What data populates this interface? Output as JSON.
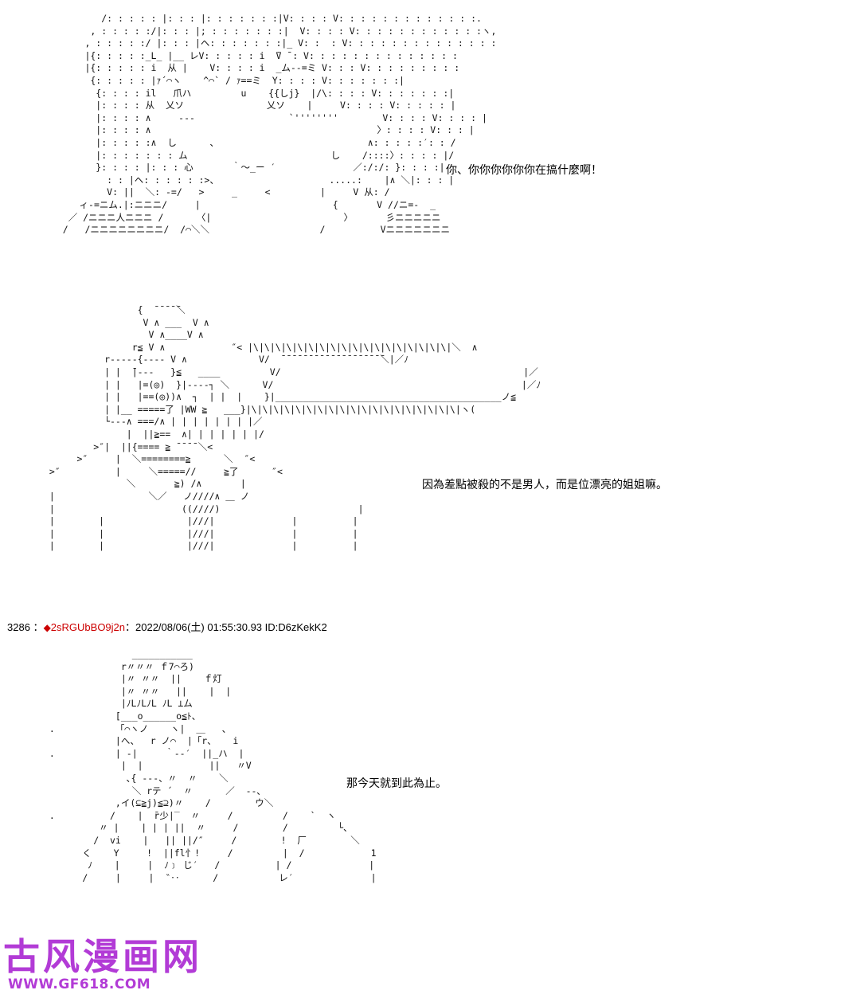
{
  "panels": [
    {
      "art": "          /: : : : : |: : : |: : : : : : :|V: : : : V: : : : : : : : : : : : :.\n        , : : : : :/|: : : |; : : : : : : :|  V: : : : V: : : : : : : : : : : :ヽ,\n       , : : : : :/ |: : : |ヘ: : : : : : :|_ V: :  : V: : : : : : : : : : : : : :\n       |{: : : : :_L_ |__ レV: : : : : i  ̄V ̄ : V: : : : : : : : : : : : : :\n       |{: : : : : i  从 |    V: : : : i  _ム--=ミ V: : : V: : : : : : : : :\n        {: : : : : |ｧ´⌒ヽ    ^⌒` / ｧ==ミ  Y: : : : V: : : : : : :|\n         {: : : : il   爪ハ         u    {{しj}  |/\\: : : : V: : : : : : :|\n         |: : : : 从  乂ソ               乂ソ    |     V: : : : V: : : : : |\n         |: : : : ∧     --‐                 `''''''''        V: : : : V: : : : |\n         |: : : : ∧                                         〉: : : : V: : : |\n         |: : : : :∧  し      、                           ∧: : : : :′: : /\n         |: : : : : : : ム                          し    /::::〉: : : : |/\n         }: : : : |: : : 心       ｀～_ー ′              ／:/:/: }: : : :|\n           : : |ヘ: : : : : :>、                    .....:    |∧ ＼|: : : |\n           V: ||  ＼: -=/   >     _     <         |     V 从: /\n      ィ-=ニム.|:ニニニ/     |                        {       V //ニ=-  _\n    ／ /ニニニ人ニニニ /      〈|                        〉      彡ニニニニニ\n   /   /ニニニニニニニニ/  /⌒＼＼                    /          Vニニニニニニニ",
      "speech": "你、你你你你你你在搞什麼啊！"
    },
    {
      "art": "                  {  ̄ ̄ ̄ ̄ ̄＼\n                   V ∧ ___  V ∧\n                    V ∧____V ∧\n                 r≦ V ∧            ″< |\\|\\|\\|\\|\\|\\|\\|\\|\\|\\|\\|\\|\\|\\|\\|\\|\\|\\|＼  ∧\n            r-----{---- V ∧             V/  ̄ ̄ ̄ ̄ ̄ ̄ ̄ ̄ ̄ ̄ ̄ ̄ ̄ ̄ ̄ ̄ ̄ ̄ ̄＼|／ﾉ\n            | |  ̄|---   }≦   ____         V/                                            |／\n            | |   |=(◎)  }|----┐ ＼      V/                                             |／ﾉ\n            | |   |==(◎))∧  ┐  | |  |    }|_________________________________________ノ≦\n            | |__ =====了 |WW ≧   ___}|\\|\\|\\|\\|\\|\\|\\|\\|\\|\\|\\|\\|\\|\\|\\|\\|\\|\\|\\|ヽ(\n            └---∧ ===/∧ | | | | | | | |／\n                |  ||≧==  ∧| | | | | | |/\n          >″|  ||{==== ≧ ̄ ̄ ̄ ̄ ＼<\n       >″     |  ＼========≧      ＼  ″<\n  >″          |     ＼=====//     ≧了      ″<\n                ＼       ≧) /∧       |\n  |                 ＼／   ノ////∧ ＿ ノ\n  |                       ((////)                         |\n  |        |               |///|              |          |\n  |        |               |///|              |          |\n  |        |               |///|              |          |",
      "speech": "因為差點被殺的不是男人，而是位漂亮的姐姐嘛。"
    },
    {
      "art": "                 ___________\n               r〃〃〃 ｆ7⌒ろ)\n               |〃 〃〃  ||    ｆ灯\n               |〃 〃〃   ||    |  |\n               |ﾉLﾉLﾉL ﾉL ⊥ム\n              [___o______o≦ﾄ、\n  .           「⌒ヽノ    ヽ|  ＿   、\n              |へ、  r ノ⌒  |「r、   i\n  .           | ‐|     ｀‐‐′  ||_ハ  |\n               |  |            ||   〃V\n                ､{ ‐‐-、〃  〃    ＼\n                 ＼ rテ ´  〃      ／  ‐‐､\n              ,イ(⊆≧j)≦⊇)〃    /        ウ＼\n  .          /    |  ̄r少|‾  〃     /         /    `  ヽ\n           〃 |    | | | ||  〃     /        /         └、\n          /  vi    |   || ||/″     /        !  厂        ＼\n        く    Y     !  ||fl忄!     /         |  /            1\n         ﾉ    |     |  ﾉ﹞ じ′   /          | /              |\n        /     |     |  ‶‥      /           レ′              |",
      "speech": "那今天就到此為止。"
    }
  ],
  "post_header": {
    "number": "3286",
    "separator": "：",
    "trip_marker": "◆",
    "trip": "2sRGUbBO9j2n",
    "datetime": "：2022/08/06(土) 01:55:30.93",
    "id": "ID:D6zKekK2"
  },
  "watermark": {
    "name": "古风漫画网",
    "url": "WWW.GF618.COM"
  },
  "colors": {
    "background": "#ffffff",
    "text": "#000000",
    "trip": "#cc0000",
    "watermark": "#b23bd6"
  }
}
